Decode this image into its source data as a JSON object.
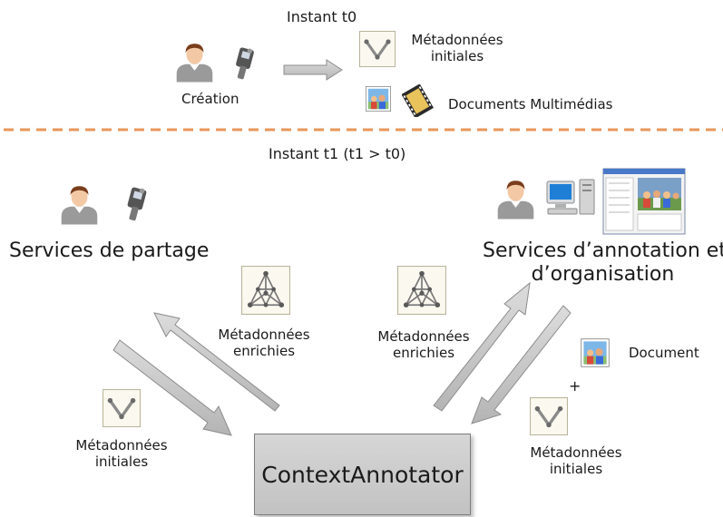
{
  "top": {
    "instant_label": "Instant t0",
    "creation_label": "Création",
    "metadata_label_line1": "Métadonnées",
    "metadata_label_line2": "initiales",
    "documents_label": "Documents Multimédias"
  },
  "bottom": {
    "instant_label": "Instant  t1 (t1 > t0)",
    "sharing_services_label": "Services de partage",
    "annotation_services_line1": "Services d’annotation et",
    "annotation_services_line2": "d’organisation",
    "left_enriched_line1": "Métadonnées",
    "left_enriched_line2": "enrichies",
    "right_enriched_line1": "Métadonnées",
    "right_enriched_line2": "enrichies",
    "left_initial_line1": "Métadonnées",
    "left_initial_line2": "initiales",
    "right_initial_line1": "Métadonnées",
    "right_initial_line2": "initiales",
    "document_label": "Document",
    "plus_sign": "+",
    "context_annotator_label": "ContextAnnotator"
  },
  "icons": [
    "user-icon",
    "camera-icon",
    "metadata-v-icon",
    "network-icon",
    "photo-icon",
    "film-icon",
    "computer-icon",
    "software-window-icon"
  ],
  "colors": {
    "separator": "#e8965a",
    "arrow_fill": "#c9c9c9",
    "arrow_stroke": "#8c8c8c",
    "box_fill": "#cccccc"
  }
}
